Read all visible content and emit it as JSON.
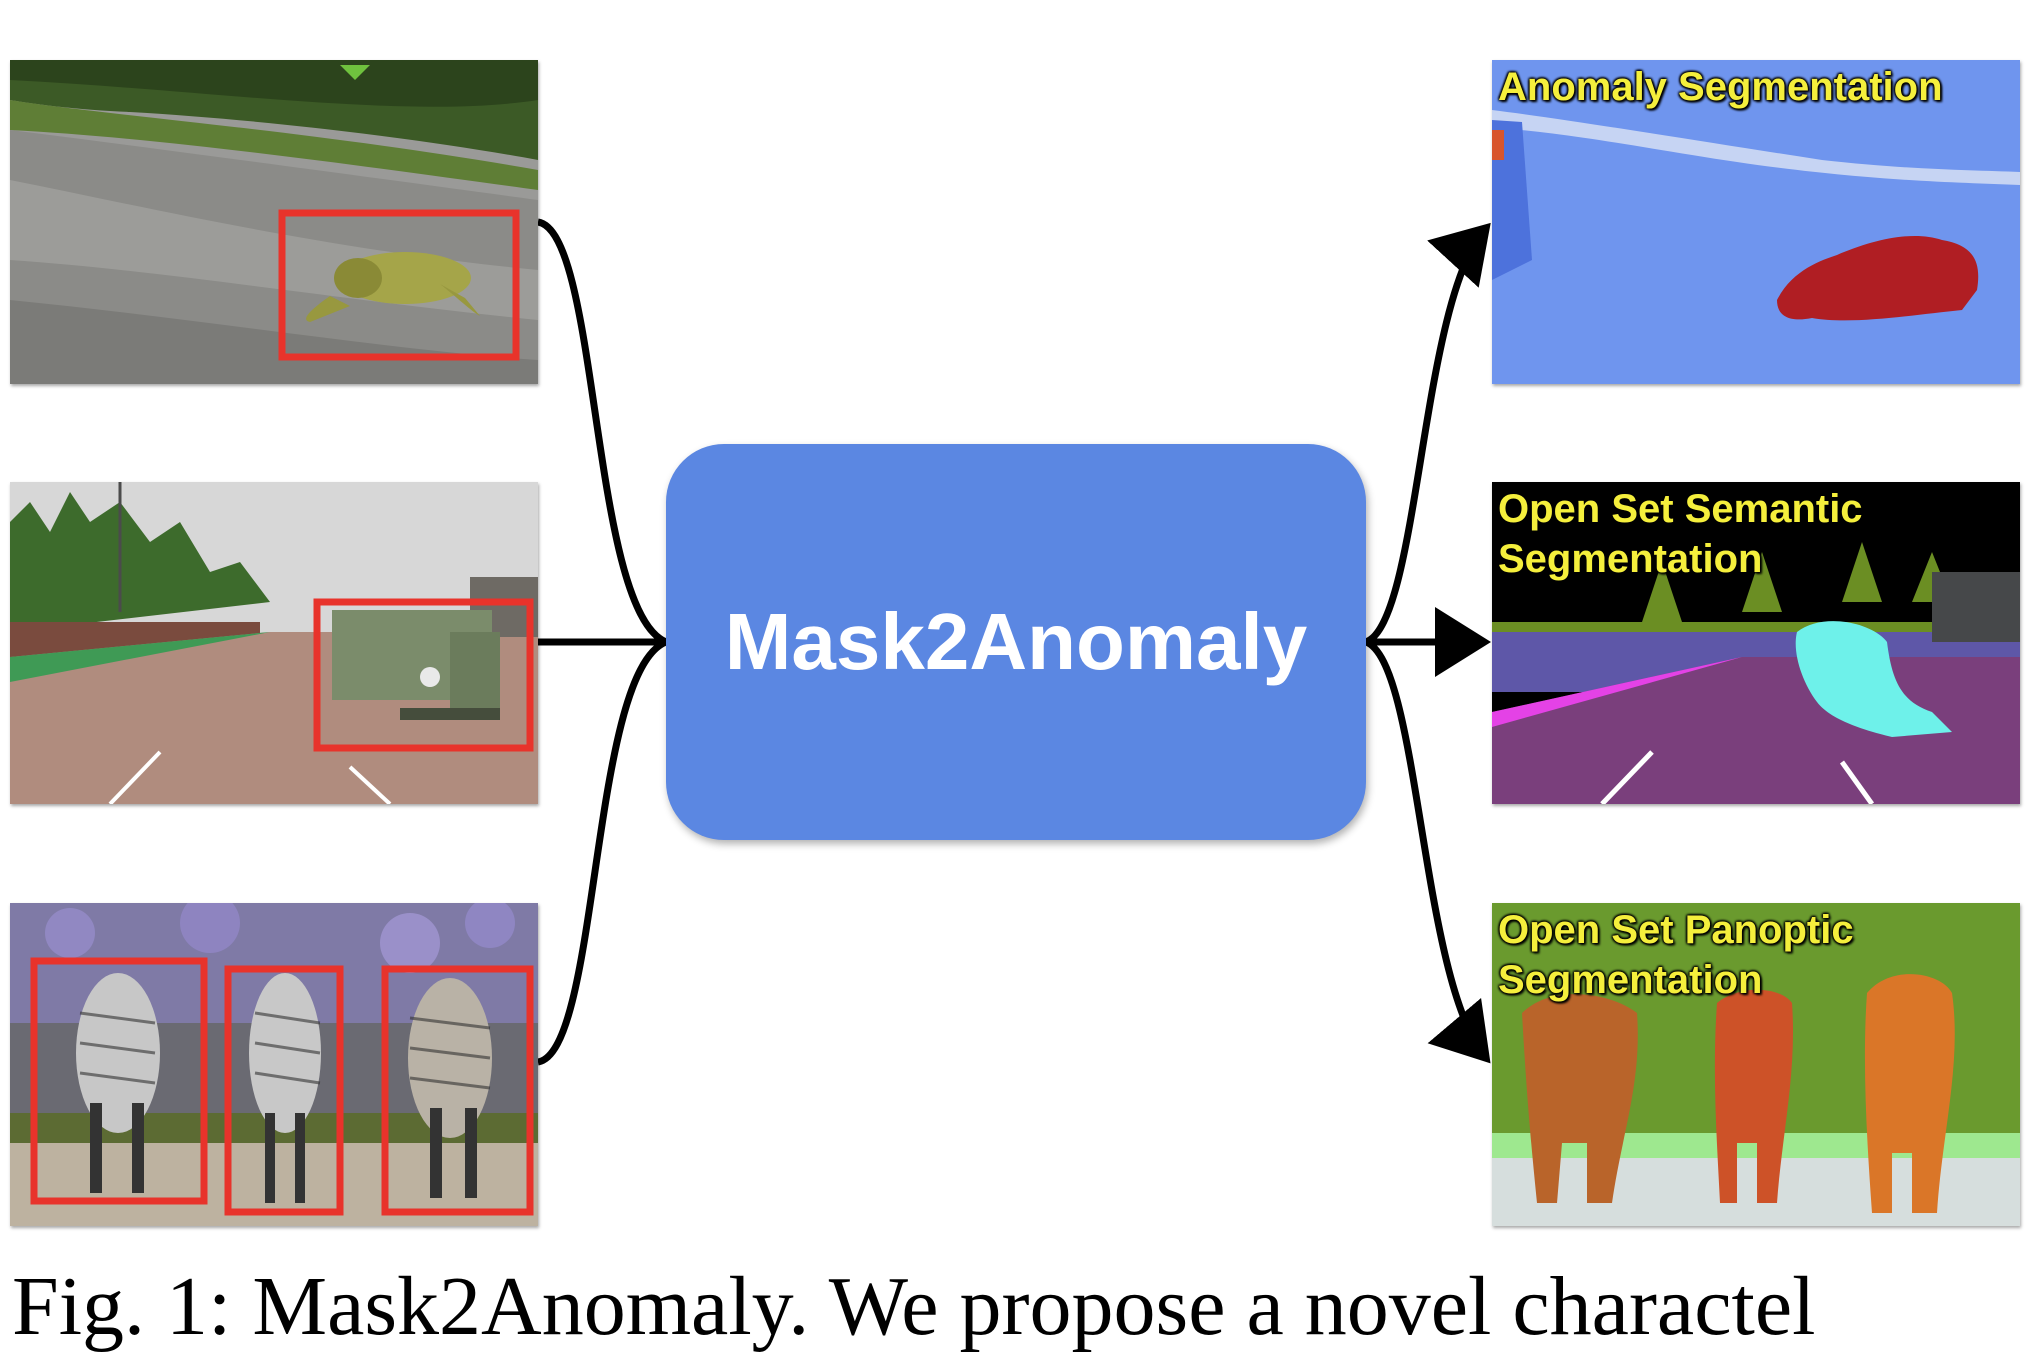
{
  "model": {
    "label": "Mask2Anomaly"
  },
  "inputs": [
    {
      "name": "sloth-road-image",
      "desc": "sloth on gravel road"
    },
    {
      "name": "truck-road-image",
      "desc": "military truck on synthetic road"
    },
    {
      "name": "zebras-image",
      "desc": "three zebras"
    }
  ],
  "outputs": [
    {
      "label": "Anomaly Segmentation"
    },
    {
      "label": "Open Set Semantic\nSegmentation"
    },
    {
      "label": "Open Set Panoptic\nSegmentation"
    }
  ],
  "caption": {
    "text": "Fig. 1: Mask2Anomaly. We propose a novel charactel"
  },
  "colors": {
    "model_box": "#5b87e2",
    "highlight_box": "#e8332b",
    "output_label": "#f5ef3c",
    "anomaly_bg": "#6f95ee",
    "anomaly_blob": "#b01e23",
    "semantic_road": "#7a3f7c",
    "semantic_anomaly": "#6ef1ea",
    "panoptic_bg": "#6a9a2e",
    "panoptic_ground": "#d6dedd"
  }
}
